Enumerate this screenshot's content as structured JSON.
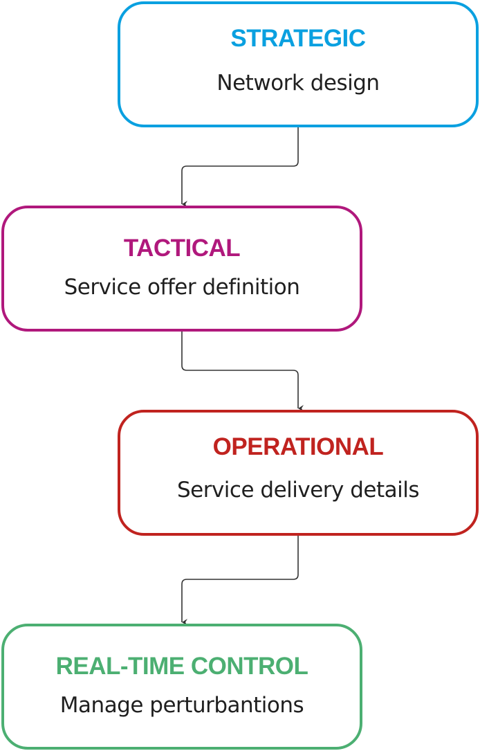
{
  "nodes": [
    {
      "id": "strategic",
      "title": "STRATEGIC",
      "subtitle": "Network design",
      "color": "#0aa0e0"
    },
    {
      "id": "tactical",
      "title": "TACTICAL",
      "subtitle": "Service offer definition",
      "color": "#b0187c"
    },
    {
      "id": "operational",
      "title": "OPERATIONAL",
      "subtitle": "Service delivery details",
      "color": "#c0231f"
    },
    {
      "id": "realtime",
      "title": "REAL-TIME CONTROL",
      "subtitle": "Manage perturbantions",
      "color": "#4caf72"
    }
  ],
  "edges": [
    {
      "from": "strategic",
      "to": "tactical"
    },
    {
      "from": "tactical",
      "to": "operational"
    },
    {
      "from": "operational",
      "to": "realtime"
    }
  ],
  "connector_color": "#333333"
}
